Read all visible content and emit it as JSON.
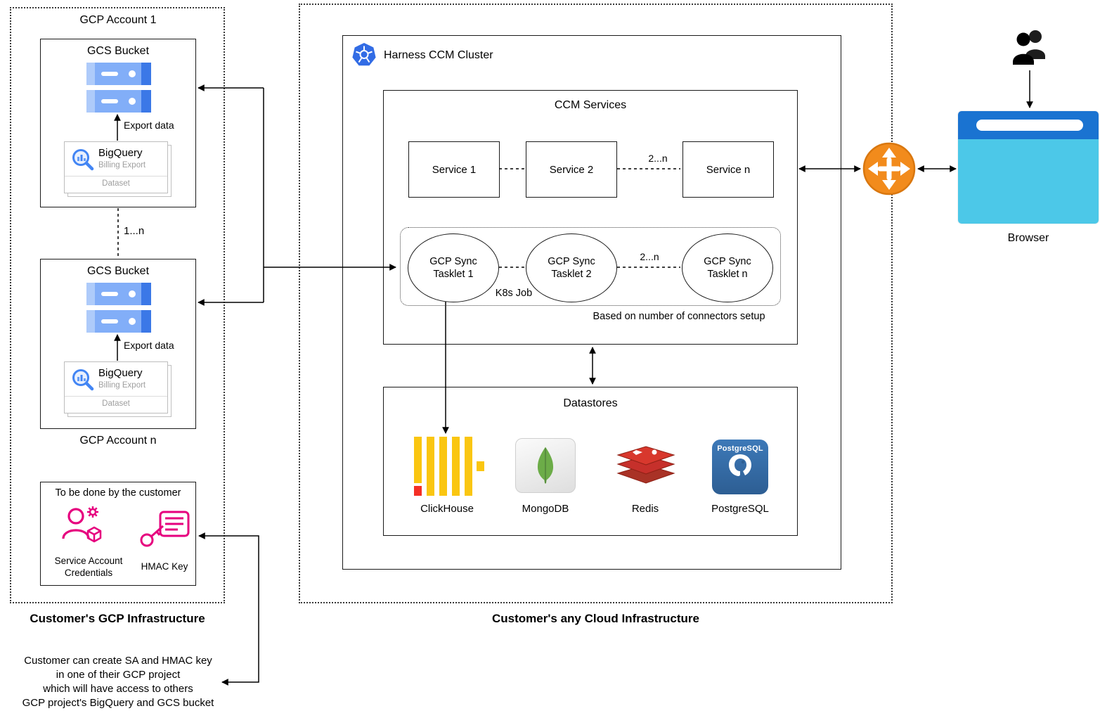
{
  "left": {
    "account1_label": "GCP Account 1",
    "accountn_label": "GCP Account n",
    "range_label": "1...n",
    "bucket": {
      "title": "GCS Bucket",
      "export_label": "Export data",
      "bigquery": {
        "title": "BigQuery",
        "subtitle": "Billing Export",
        "dataset": "Dataset"
      }
    },
    "customer_tasks": {
      "title": "To be done by the customer",
      "service_account_label": "Service Account\nCredentials",
      "hmac_label": "HMAC Key"
    },
    "region_label": "Customer's GCP Infrastructure",
    "note": "Customer can create SA and HMAC key\nin one of their GCP project\nwhich will have access to others\nGCP project's BigQuery and GCS bucket"
  },
  "cluster": {
    "title": "Harness CCM Cluster",
    "region_label": "Customer's any Cloud Infrastructure",
    "ccm_services": {
      "title": "CCM Services",
      "services": [
        {
          "label": "Service 1"
        },
        {
          "label": "Service 2"
        },
        {
          "label": "Service n"
        }
      ],
      "services_range": "2...n",
      "tasklets": [
        {
          "label": "GCP Sync\nTasklet 1"
        },
        {
          "label": "GCP Sync\nTasklet 2"
        },
        {
          "label": "GCP Sync\nTasklet n"
        }
      ],
      "tasklets_range": "2...n",
      "k8s_job_label": "K8s Job",
      "connectors_note": "Based on number of connectors setup"
    },
    "datastores": {
      "title": "Datastores",
      "items": [
        {
          "label": "ClickHouse"
        },
        {
          "label": "MongoDB"
        },
        {
          "label": "Redis"
        },
        {
          "label": "PostgreSQL"
        }
      ],
      "postgresql_icon_text": "PostgreSQL"
    }
  },
  "right": {
    "browser_label": "Browser"
  },
  "colors": {
    "gcs_blue": "#4285F4",
    "pink": "#E6007E",
    "kubernetes_blue": "#326CE5",
    "clickhouse_yellow": "#FAC611",
    "clickhouse_red": "#F42F25",
    "mongodb_green": "#6CAC48",
    "redis_red": "#C6302B",
    "postgresql_blue": "#336791",
    "browser_header_blue": "#1A73D1",
    "browser_body_cyan": "#4CC8E8",
    "router_orange": "#F28B1C"
  }
}
